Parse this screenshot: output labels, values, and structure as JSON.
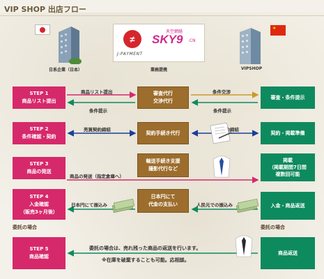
{
  "title": "VIP SHOP 出店フロー",
  "parties": {
    "left": "日系企業（日本）",
    "center": "業務提携",
    "right": "VIPSHOP"
  },
  "logos": {
    "jpayment": "J-PAYMENT",
    "sky_cn": "天空網絡",
    "sky": "SKY9",
    "sky_suffix": ".CN"
  },
  "steps": [
    {
      "title": "STEP 1",
      "label": "商品リスト提出"
    },
    {
      "title": "STEP 2",
      "label": "条件確認・契約"
    },
    {
      "title": "STEP 3",
      "label": "商品の発送"
    },
    {
      "title": "STEP 4",
      "label1": "入金確認",
      "label2": "（販売3ヶ月後）"
    },
    {
      "title": "STEP 5",
      "label": "商品確認"
    }
  ],
  "middle": [
    {
      "line1": "審査代行",
      "line2": "交渉代行"
    },
    {
      "line1": "契約手続き代行"
    },
    {
      "line1": "輸送手続き支援",
      "line2": "撮影代行など"
    },
    {
      "line1": "日本円にて",
      "line2": "代金の支払い"
    }
  ],
  "right": [
    {
      "line1": "審査・条件提示"
    },
    {
      "line1": "契約・掲載準備"
    },
    {
      "line1": "掲載",
      "line2": "（掲載期間7日間",
      "line3": "複数回可能"
    },
    {
      "line1": "入金・商品返送"
    },
    {
      "line1": "商品返送"
    }
  ],
  "arrows": {
    "a1_top": "商品リスト提出",
    "a1_bottom": "条件提示",
    "a2_top": "条件交渉",
    "a2_bottom": "条件提示",
    "a3_left": "売買契約締結",
    "a3_right": "売買契約締結",
    "a4": "商品の発送（指定倉庫へ）",
    "a5_left": "日本円にて振込み",
    "a5_right": "人民元での振込み"
  },
  "consign": {
    "left": "委託の場合",
    "right": "委託の場合",
    "note1": "委託の場合は、売れ残った商品の返送を行います。",
    "note2": "※在庫を破棄することも可能。応相談。"
  },
  "colors": {
    "step": "#d6296b",
    "middle": "#9c6d2c",
    "right": "#0e8a5f",
    "arrow_pink": "#d6296b",
    "arrow_green": "#0e8a5f",
    "arrow_blue": "#1b3f9a",
    "arrow_orange": "#c99a2e"
  }
}
